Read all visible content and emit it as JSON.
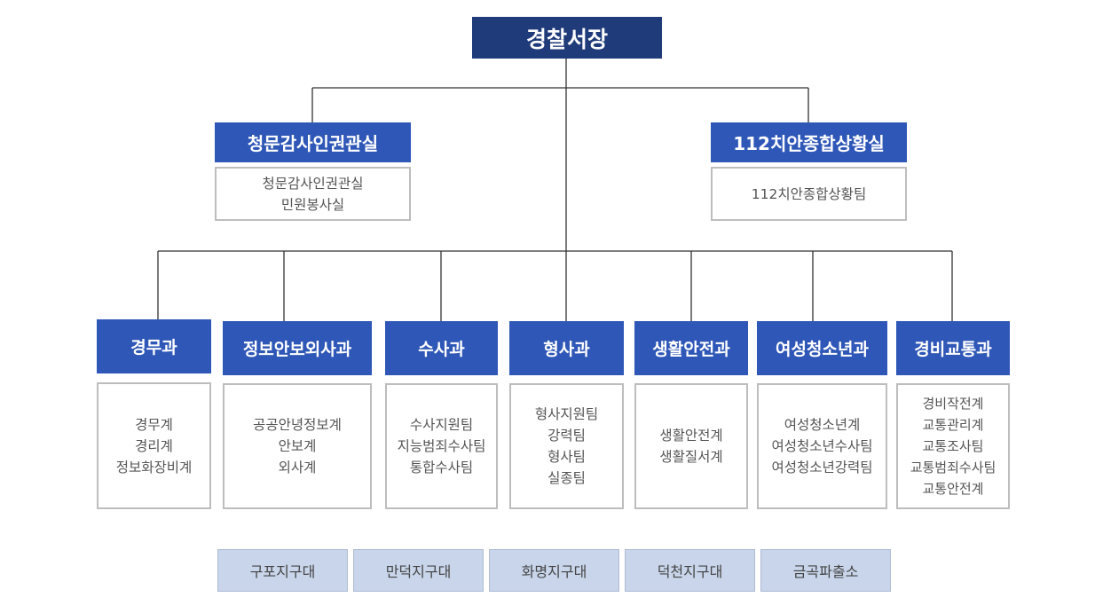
{
  "chief": "경찰서장",
  "offices": [
    {
      "title": "청문감사인권관실",
      "items": [
        "청문감사인권관실",
        "민원봉사실"
      ]
    },
    {
      "title": "112치안종합상황실",
      "items": [
        "112치안종합상황팀"
      ]
    }
  ],
  "departments": [
    {
      "title": "경무과",
      "items": [
        "경무계",
        "경리계",
        "정보화장비계"
      ]
    },
    {
      "title": "정보안보외사과",
      "items": [
        "공공안녕정보계",
        "안보계",
        "외사계"
      ]
    },
    {
      "title": "수사과",
      "items": [
        "수사지원팀",
        "지능범죄수사팀",
        "통합수사팀"
      ]
    },
    {
      "title": "형사과",
      "items": [
        "형사지원팀",
        "강력팀",
        "형사팀",
        "실종팀"
      ]
    },
    {
      "title": "생활안전과",
      "items": [
        "생활안전계",
        "생활질서계"
      ]
    },
    {
      "title": "여성청소년과",
      "items": [
        "여성청소년계",
        "여성청소년수사팀",
        "여성청소년강력팀"
      ]
    },
    {
      "title": "경비교통과",
      "items": [
        "경비작전계",
        "교통관리계",
        "교통조사팀",
        "교통범죄수사팀",
        "교통안전계"
      ]
    }
  ],
  "branches": [
    "구포지구대",
    "만덕지구대",
    "화명지구대",
    "덕천지구대",
    "금곡파출소"
  ],
  "colors": {
    "chief": "#1f3b7a",
    "header": "#2f57b7",
    "branch": "#c8d5ea",
    "line": "#333333"
  }
}
